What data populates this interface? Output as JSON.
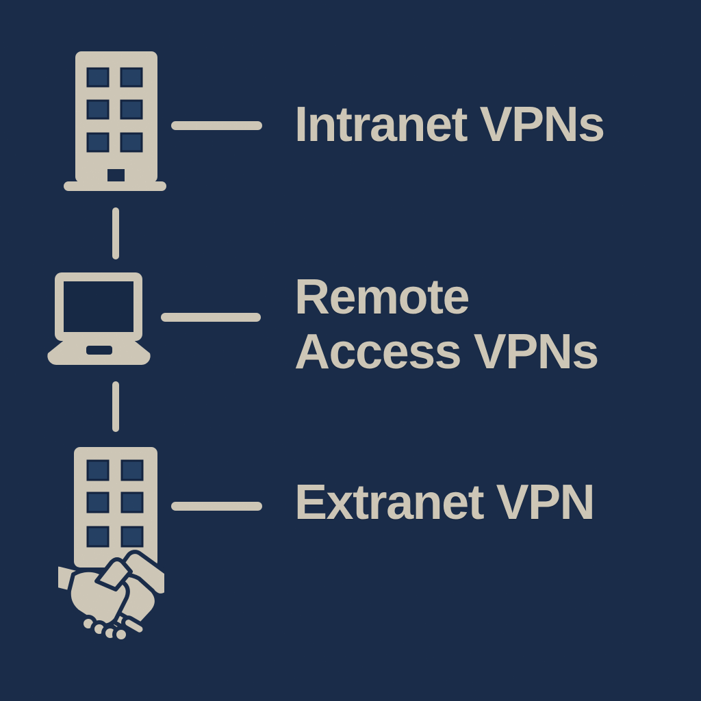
{
  "diagram": {
    "items": [
      {
        "icon": "office-building-icon",
        "label": "Intranet VPNs",
        "lines": [
          "Intranet VPNs"
        ]
      },
      {
        "icon": "laptop-icon",
        "label": "Remote Access VPNs",
        "lines": [
          "Remote",
          "Access VPNs"
        ]
      },
      {
        "icon": "building-handshake-icon",
        "label": "Extranet VPN",
        "lines": [
          "Extranet VPN"
        ]
      }
    ],
    "colors": {
      "background": "#1f3456",
      "foreground": "#f0e8d5",
      "window_pane": "#2c4b74",
      "window_outline": "#17294a",
      "laptop_screen": "#1b3051"
    }
  }
}
